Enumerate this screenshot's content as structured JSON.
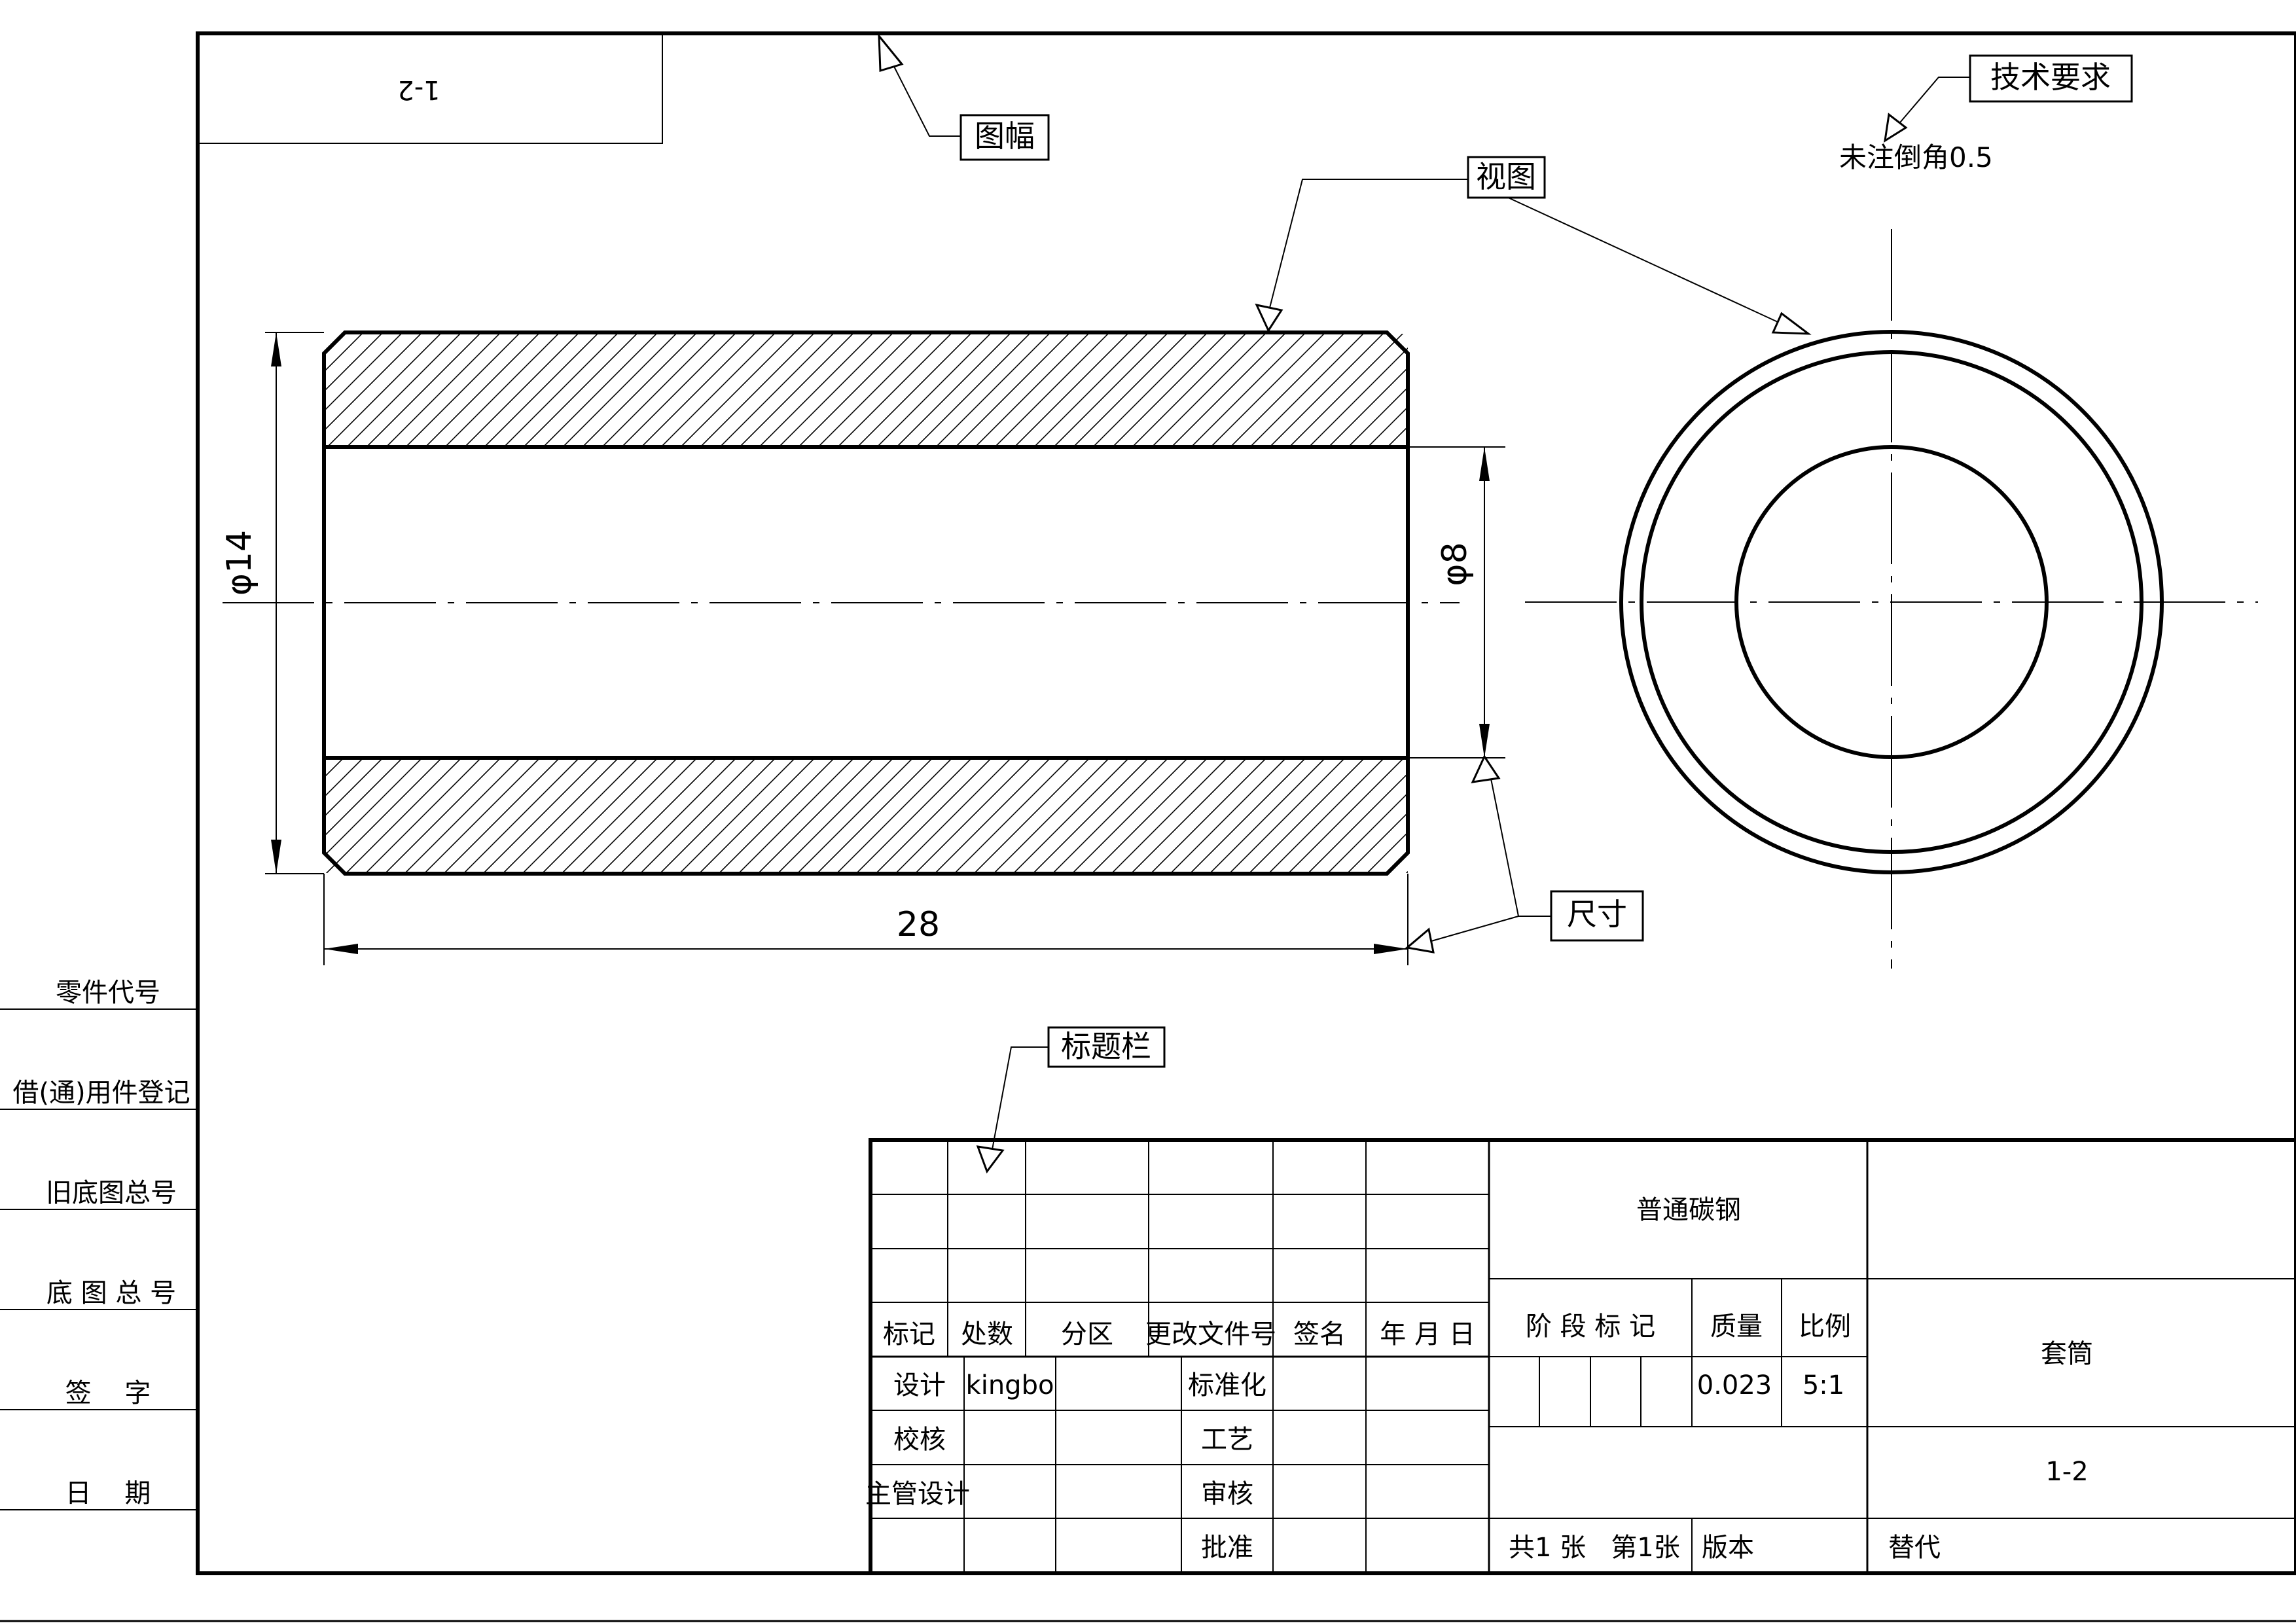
{
  "drawing": {
    "code_box": "1-2",
    "dimensions": {
      "outer_diameter": "φ14",
      "inner_diameter": "φ8",
      "length": "28"
    },
    "tech_requirement": "未注倒角0.5"
  },
  "callouts": {
    "frame": "图幅",
    "view": "视图",
    "tech": "技术要求",
    "dimension": "尺寸",
    "title_block": "标题栏"
  },
  "side_panel": {
    "labels": [
      "零件代号",
      "借(通)用件登记",
      "旧底图总号",
      "底 图 总 号",
      "签    字",
      "日    期"
    ]
  },
  "title_block": {
    "material": "普通碳钢",
    "header_row": [
      "标记",
      "处数",
      "分区",
      "更改文件号",
      "签名",
      "年 月 日"
    ],
    "stage_label": "阶 段 标 记",
    "weight_label": "质量",
    "scale_label": "比例",
    "weight_value": "0.023",
    "scale_value": "5:1",
    "part_name": "套筒",
    "drawing_number": "1-2",
    "rows": [
      {
        "role": "设计",
        "name": "kingbo",
        "role2": "标准化"
      },
      {
        "role": "校核",
        "name": "",
        "role2": "工艺"
      },
      {
        "role": "主管设计",
        "name": "",
        "role2": "审核"
      },
      {
        "role": "",
        "name": "",
        "role2": "批准"
      }
    ],
    "sheets": "共1 张   第1张",
    "version": "版本",
    "replace": "替代"
  }
}
